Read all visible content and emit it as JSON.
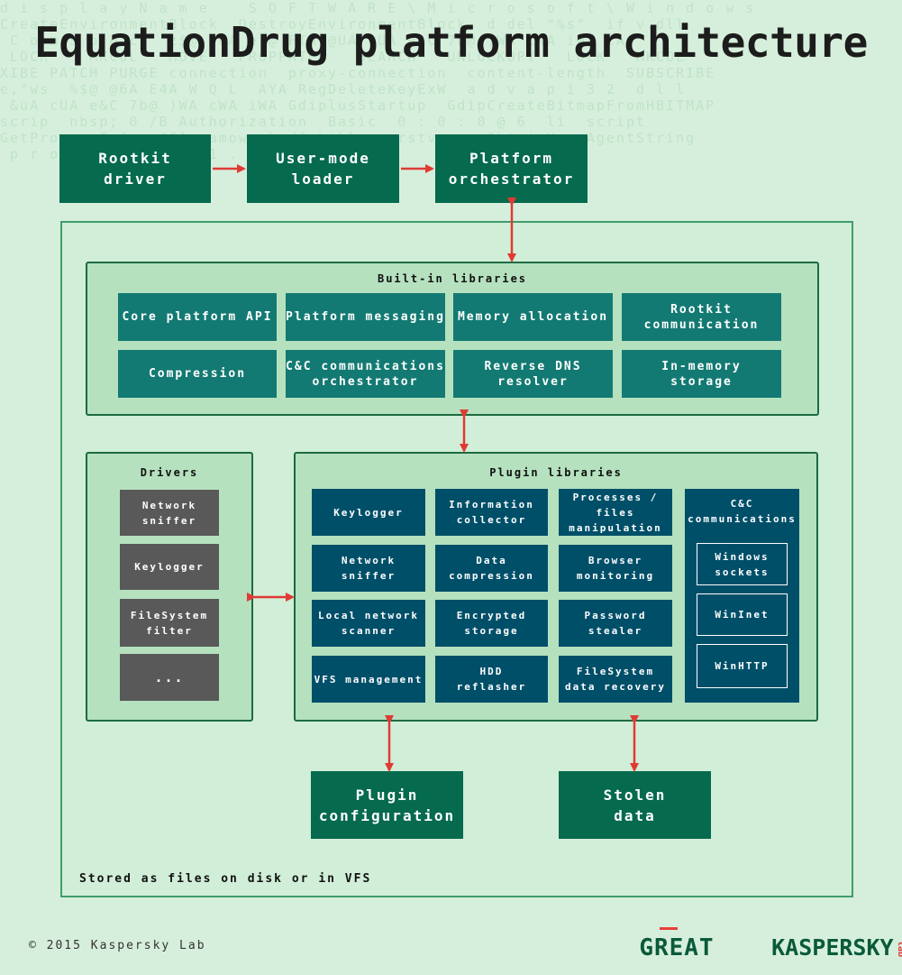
{
  "title": "EquationDrug platform architecture",
  "top_row": [
    {
      "label": "Rootkit\ndriver"
    },
    {
      "label": "User-mode\nloader"
    },
    {
      "label": "Platform\norchestrator"
    }
  ],
  "builtin": {
    "title": "Built-in libraries",
    "items": [
      {
        "label": "Core platform API"
      },
      {
        "label": "Platform messaging"
      },
      {
        "label": "Memory allocation"
      },
      {
        "label": "Rootkit\ncommunication"
      },
      {
        "label": "Compression"
      },
      {
        "label": "C&C communications\norchestrator"
      },
      {
        "label": "Reverse DNS resolver"
      },
      {
        "label": "In-memory\nstorage"
      }
    ]
  },
  "drivers": {
    "title": "Drivers",
    "items": [
      {
        "label": "Network\nsniffer"
      },
      {
        "label": "Keylogger"
      },
      {
        "label": "FileSystem\nfilter"
      },
      {
        "label": "..."
      }
    ]
  },
  "plugins": {
    "title": "Plugin libraries",
    "items": [
      {
        "label": "Keylogger"
      },
      {
        "label": "Information\ncollector"
      },
      {
        "label": "Processes /\nfiles manipulation"
      },
      {
        "label": "Network sniffer"
      },
      {
        "label": "Data\ncompression"
      },
      {
        "label": "Browser\nmonitoring"
      },
      {
        "label": "Local network\nscanner"
      },
      {
        "label": "Encrypted\nstorage"
      },
      {
        "label": "Password\nstealer"
      },
      {
        "label": "VFS management"
      },
      {
        "label": "HDD\nreflasher"
      },
      {
        "label": "FileSystem\ndata recovery"
      }
    ],
    "cnc": {
      "title": "C&C\ncommunications",
      "items": [
        {
          "label": "Windows\nsockets"
        },
        {
          "label": "WinInet"
        },
        {
          "label": "WinHTTP"
        }
      ]
    }
  },
  "bottom": [
    {
      "label": "Plugin\nconfiguration"
    },
    {
      "label": "Stolen\ndata"
    }
  ],
  "stored_note": "Stored as files on disk or in VFS",
  "footer": {
    "copyright": "© 2015 Kaspersky Lab",
    "logo_great": "GREAT",
    "logo_kaspersky": "KASPERSKY",
    "logo_lab": "lab"
  },
  "colors": {
    "dark_green": "#056a4e",
    "teal": "#137a73",
    "dark_teal": "#004f69",
    "gray": "#595959",
    "arrow": "#e03a34"
  }
}
